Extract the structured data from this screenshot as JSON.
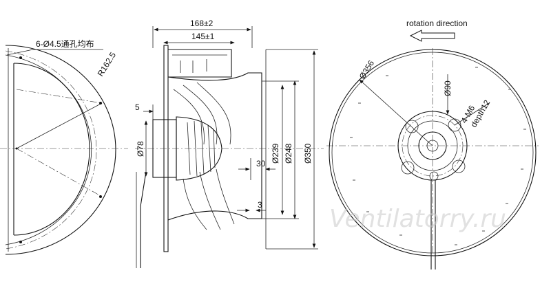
{
  "left_view": {
    "holes_label": "6-Ø4.5通孔均布",
    "radius_label": "R162.5"
  },
  "side_view": {
    "dim_168": "168±2",
    "dim_145": "145±1",
    "dim_5": "5",
    "dim_78": "Ø78",
    "dim_239": "Ø239",
    "dim_248": "Ø248",
    "dim_350": "Ø350",
    "dim_30": "30",
    "dim_3": "3"
  },
  "front_view": {
    "rotation_label": "rotation direction",
    "dim_356": "Ø356",
    "dim_90": "Ø90",
    "thread_label": "4-M6",
    "depth_label": "depth12"
  },
  "watermark": "Ventilatorry.ru"
}
